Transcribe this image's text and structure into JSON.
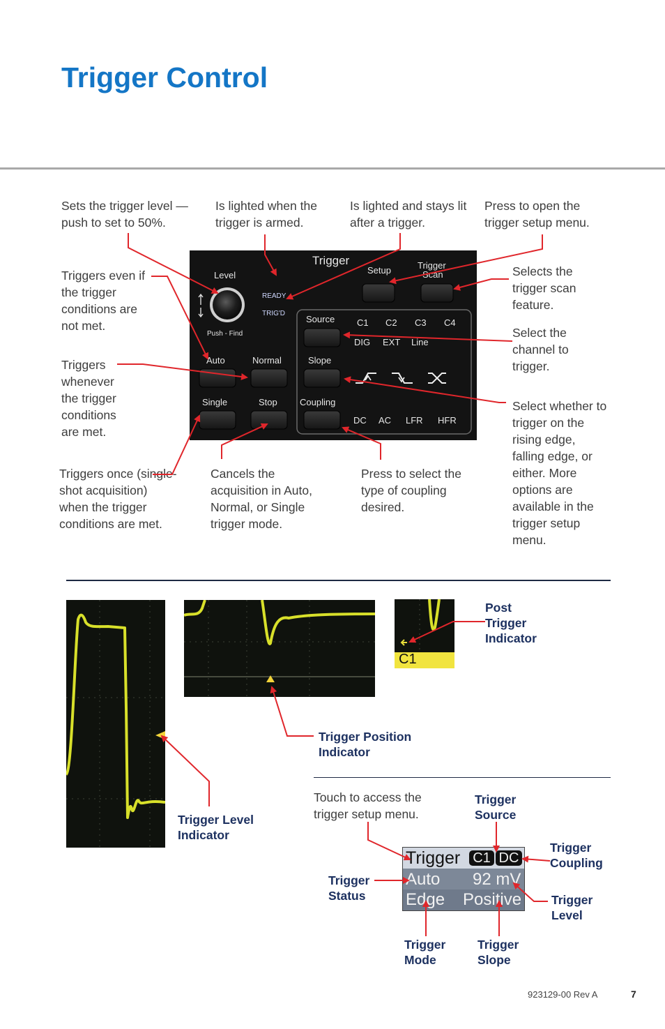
{
  "page_title": "Trigger Control",
  "callouts": {
    "level": "Sets the trigger level — push to set to 50%.",
    "ready": "Is lighted when the trigger is armed.",
    "trigd": "Is lighted and stays lit after a trigger.",
    "setup": "Press to open the trigger setup menu.",
    "auto": "Triggers even if the trigger conditions are not met.",
    "scan": "Selects the trigger scan feature.",
    "source": "Select the channel to trigger.",
    "normal": "Triggers whenever the trigger conditions are met.",
    "slope": "Select whether to trigger on the rising edge, falling edge, or either. More options are available in the trigger setup menu.",
    "single": "Triggers once (single-shot acquisition) when the trigger conditions are met.",
    "stop": "Cancels the acquisition in Auto, Normal, or Single trigger mode.",
    "coupling": "Press to select the type of coupling desired."
  },
  "panel": {
    "title": "Trigger",
    "setup": "Setup",
    "scan_line1": "Trigger",
    "scan_line2": "Scan",
    "level": "Level",
    "push_find": "Push - Find",
    "ready": "READY",
    "trigd": "TRIG'D",
    "source": "Source",
    "slope": "Slope",
    "coupling": "Coupling",
    "auto": "Auto",
    "normal": "Normal",
    "single": "Single",
    "stop": "Stop",
    "channels_row1": [
      "C1",
      "C2",
      "C3",
      "C4"
    ],
    "channels_row2": [
      "DIG",
      "EXT",
      "Line"
    ],
    "couplings": [
      "DC",
      "AC",
      "LFR",
      "HFR"
    ]
  },
  "indicators": {
    "post_trigger": "Post Trigger Indicator",
    "trigger_position": "Trigger Position Indicator",
    "trigger_level": "Trigger Level Indicator",
    "post_channel": "C1"
  },
  "descriptor": {
    "touch_note": "Touch to access the trigger setup menu.",
    "row1_label": "Trigger",
    "row1_source": "C1",
    "row1_coupling": "DC",
    "row2_mode": "Auto",
    "row2_level": "92 mV",
    "row3_type": "Edge",
    "row3_slope": "Positive",
    "label_source": "Trigger Source",
    "label_coupling": "Trigger Coupling",
    "label_status": "Trigger Status",
    "label_level": "Trigger Level",
    "label_mode": "Trigger Mode",
    "label_slope": "Trigger Slope"
  },
  "footer": {
    "doc_id": "923129-00 Rev A",
    "page_number": "7"
  },
  "colors": {
    "title_blue": "#1476c6",
    "label_navy": "#1d3160",
    "arrow_red": "#e0262b",
    "trace_yellow": "#e8ee2a"
  }
}
